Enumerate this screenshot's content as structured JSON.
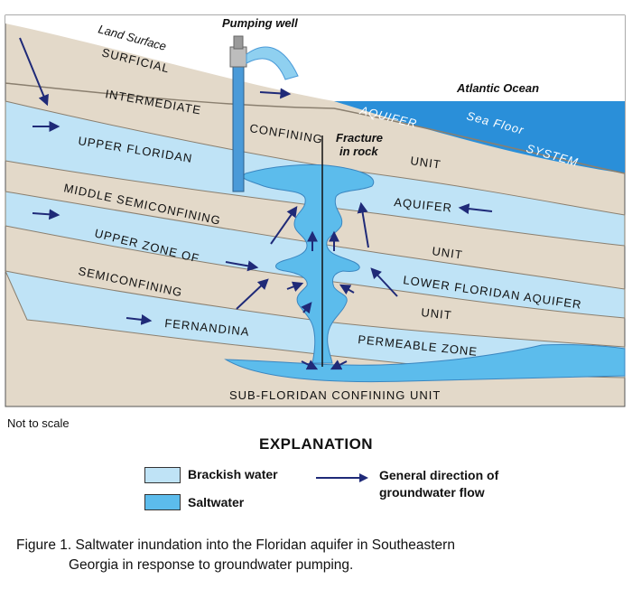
{
  "diagram": {
    "labels": {
      "pumping_well": "Pumping well",
      "land_surface": "Land Surface",
      "surficial": "SURFICIAL",
      "atlantic_ocean": "Atlantic Ocean",
      "intermediate": "INTERMEDIATE",
      "aquifer_top": "AQUIFER",
      "sea_floor": "Sea Floor",
      "system": "SYSTEM",
      "confining": "CONFINING",
      "fracture_1": "Fracture",
      "fracture_2": "in rock",
      "unit_1": "UNIT",
      "upper_floridan": "UPPER FLORIDAN",
      "aquifer_mid": "AQUIFER",
      "middle_semiconfining": "MIDDLE SEMICONFINING",
      "unit_2": "UNIT",
      "upper_zone_of": "UPPER ZONE OF",
      "lower_floridan_aquifer": "LOWER FLORIDAN AQUIFER",
      "semiconfining": "SEMICONFINING",
      "unit_3": "UNIT",
      "fernandina": "FERNANDINA",
      "permeable_zone": "PERMEABLE ZONE",
      "sub_floridan": "SUB-FLORIDAN CONFINING UNIT"
    },
    "colors": {
      "sand": "#e3d9c9",
      "brackish": "#bfe3f6",
      "saltwater": "#5cbcec",
      "ocean": "#2a8fd9",
      "arrow": "#1f2a78",
      "well": "#4a9ad8"
    }
  },
  "note": "Not to scale",
  "explanation": {
    "title": "EXPLANATION",
    "brackish": "Brackish water",
    "saltwater": "Saltwater",
    "flow_1": "General direction of",
    "flow_2": "groundwater flow"
  },
  "caption": {
    "line1": "Figure 1. Saltwater inundation into the Floridan aquifer in Southeastern",
    "line2": "Georgia in response to groundwater pumping."
  }
}
